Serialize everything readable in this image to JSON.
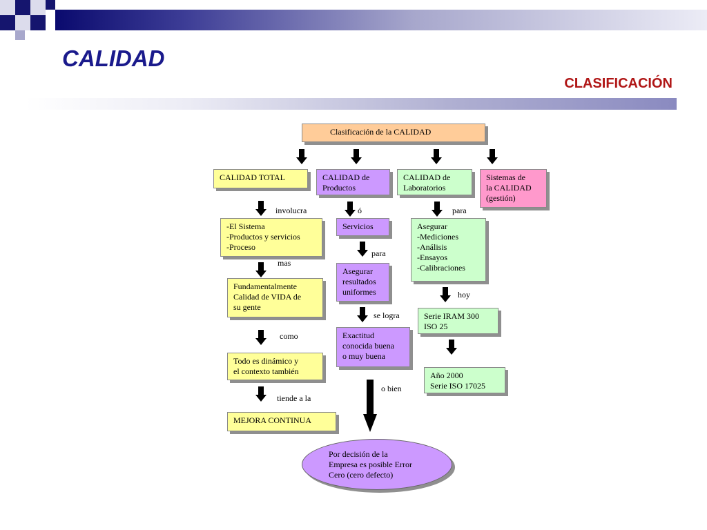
{
  "header": {
    "title": "CALIDAD",
    "subtitle": "CLASIFICACIÓN"
  },
  "diagram": {
    "root": "Clasificación de la CALIDAD",
    "col1": {
      "header": "CALIDAD TOTAL",
      "l1": "involucra",
      "b1": "-El Sistema\n-Productos y servicios\n-Proceso",
      "l2": "mas",
      "b2": "Fundamentalmente\nCalidad de VIDA de\nsu gente",
      "l3": "como",
      "b3": "Todo es dinámico y\nel contexto también",
      "l4": "tiende a la",
      "b4": "MEJORA CONTINUA"
    },
    "col2": {
      "header": "CALIDAD de\nProductos",
      "l1": "ó",
      "b1": "Servicios",
      "l2": "para",
      "b2": "Asegurar\nresultados\nuniformes",
      "l3": "se logra",
      "b3": "Exactitud\nconocida buena\no muy buena",
      "l4": "o bien",
      "ellipse": "Por decisión de la\nEmpresa es posible Error\nCero (cero defecto)"
    },
    "col3": {
      "header": "CALIDAD de\nLaboratorios",
      "l1": "para",
      "b1": "Asegurar\n-Mediciones\n-Análisis\n-Ensayos\n-Calibraciones",
      "l2": "hoy",
      "b2": "Serie IRAM 300\nISO 25",
      "b3": "Año 2000\nSerie ISO 17025"
    },
    "col4": {
      "header": "Sistemas de\nla CALIDAD\n(gestión)"
    }
  },
  "colors": {
    "title": "#1a1a8c",
    "subtitle": "#b01616",
    "yellow": "#ffff99",
    "purple": "#cc99ff",
    "green": "#ccffcc",
    "pink": "#ff99cc",
    "orange": "#ffcc99"
  }
}
